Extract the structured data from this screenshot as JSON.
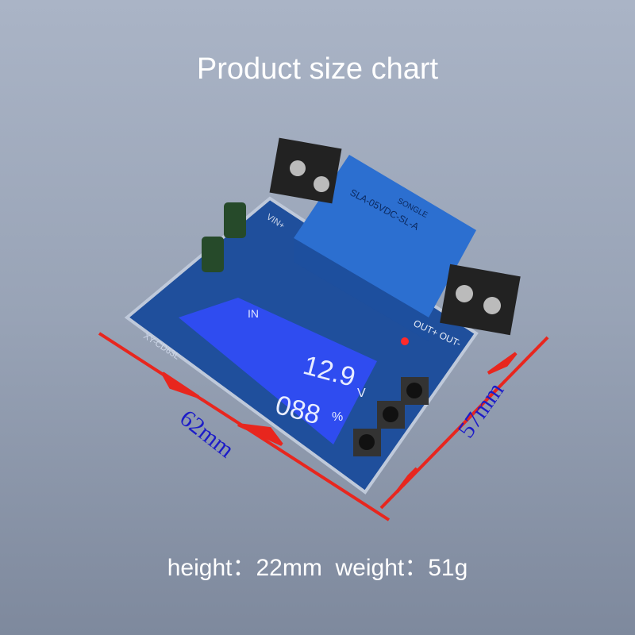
{
  "header": {
    "title": "Product size chart"
  },
  "dimensions": {
    "width": "62mm",
    "depth": "57mm"
  },
  "specs": {
    "text": "height：22mm  weight：51g"
  },
  "product_image": {
    "lcd_label": "IN",
    "lcd_voltage": "12.9",
    "lcd_voltage_unit": "V",
    "lcd_percent": "088",
    "lcd_percent_unit": "%",
    "relay_brand": "SONGLE",
    "relay_model": "SLA-05VDC-SL-A",
    "input_label": "VIN+",
    "output_label": "OUT+ OUT-",
    "board_model": "XY-CD63L"
  },
  "colors": {
    "arrow": "#e8261e",
    "dimension_text": "#1c1cc8",
    "board": "#1f4f9c",
    "lcd": "#2f4cf0"
  }
}
